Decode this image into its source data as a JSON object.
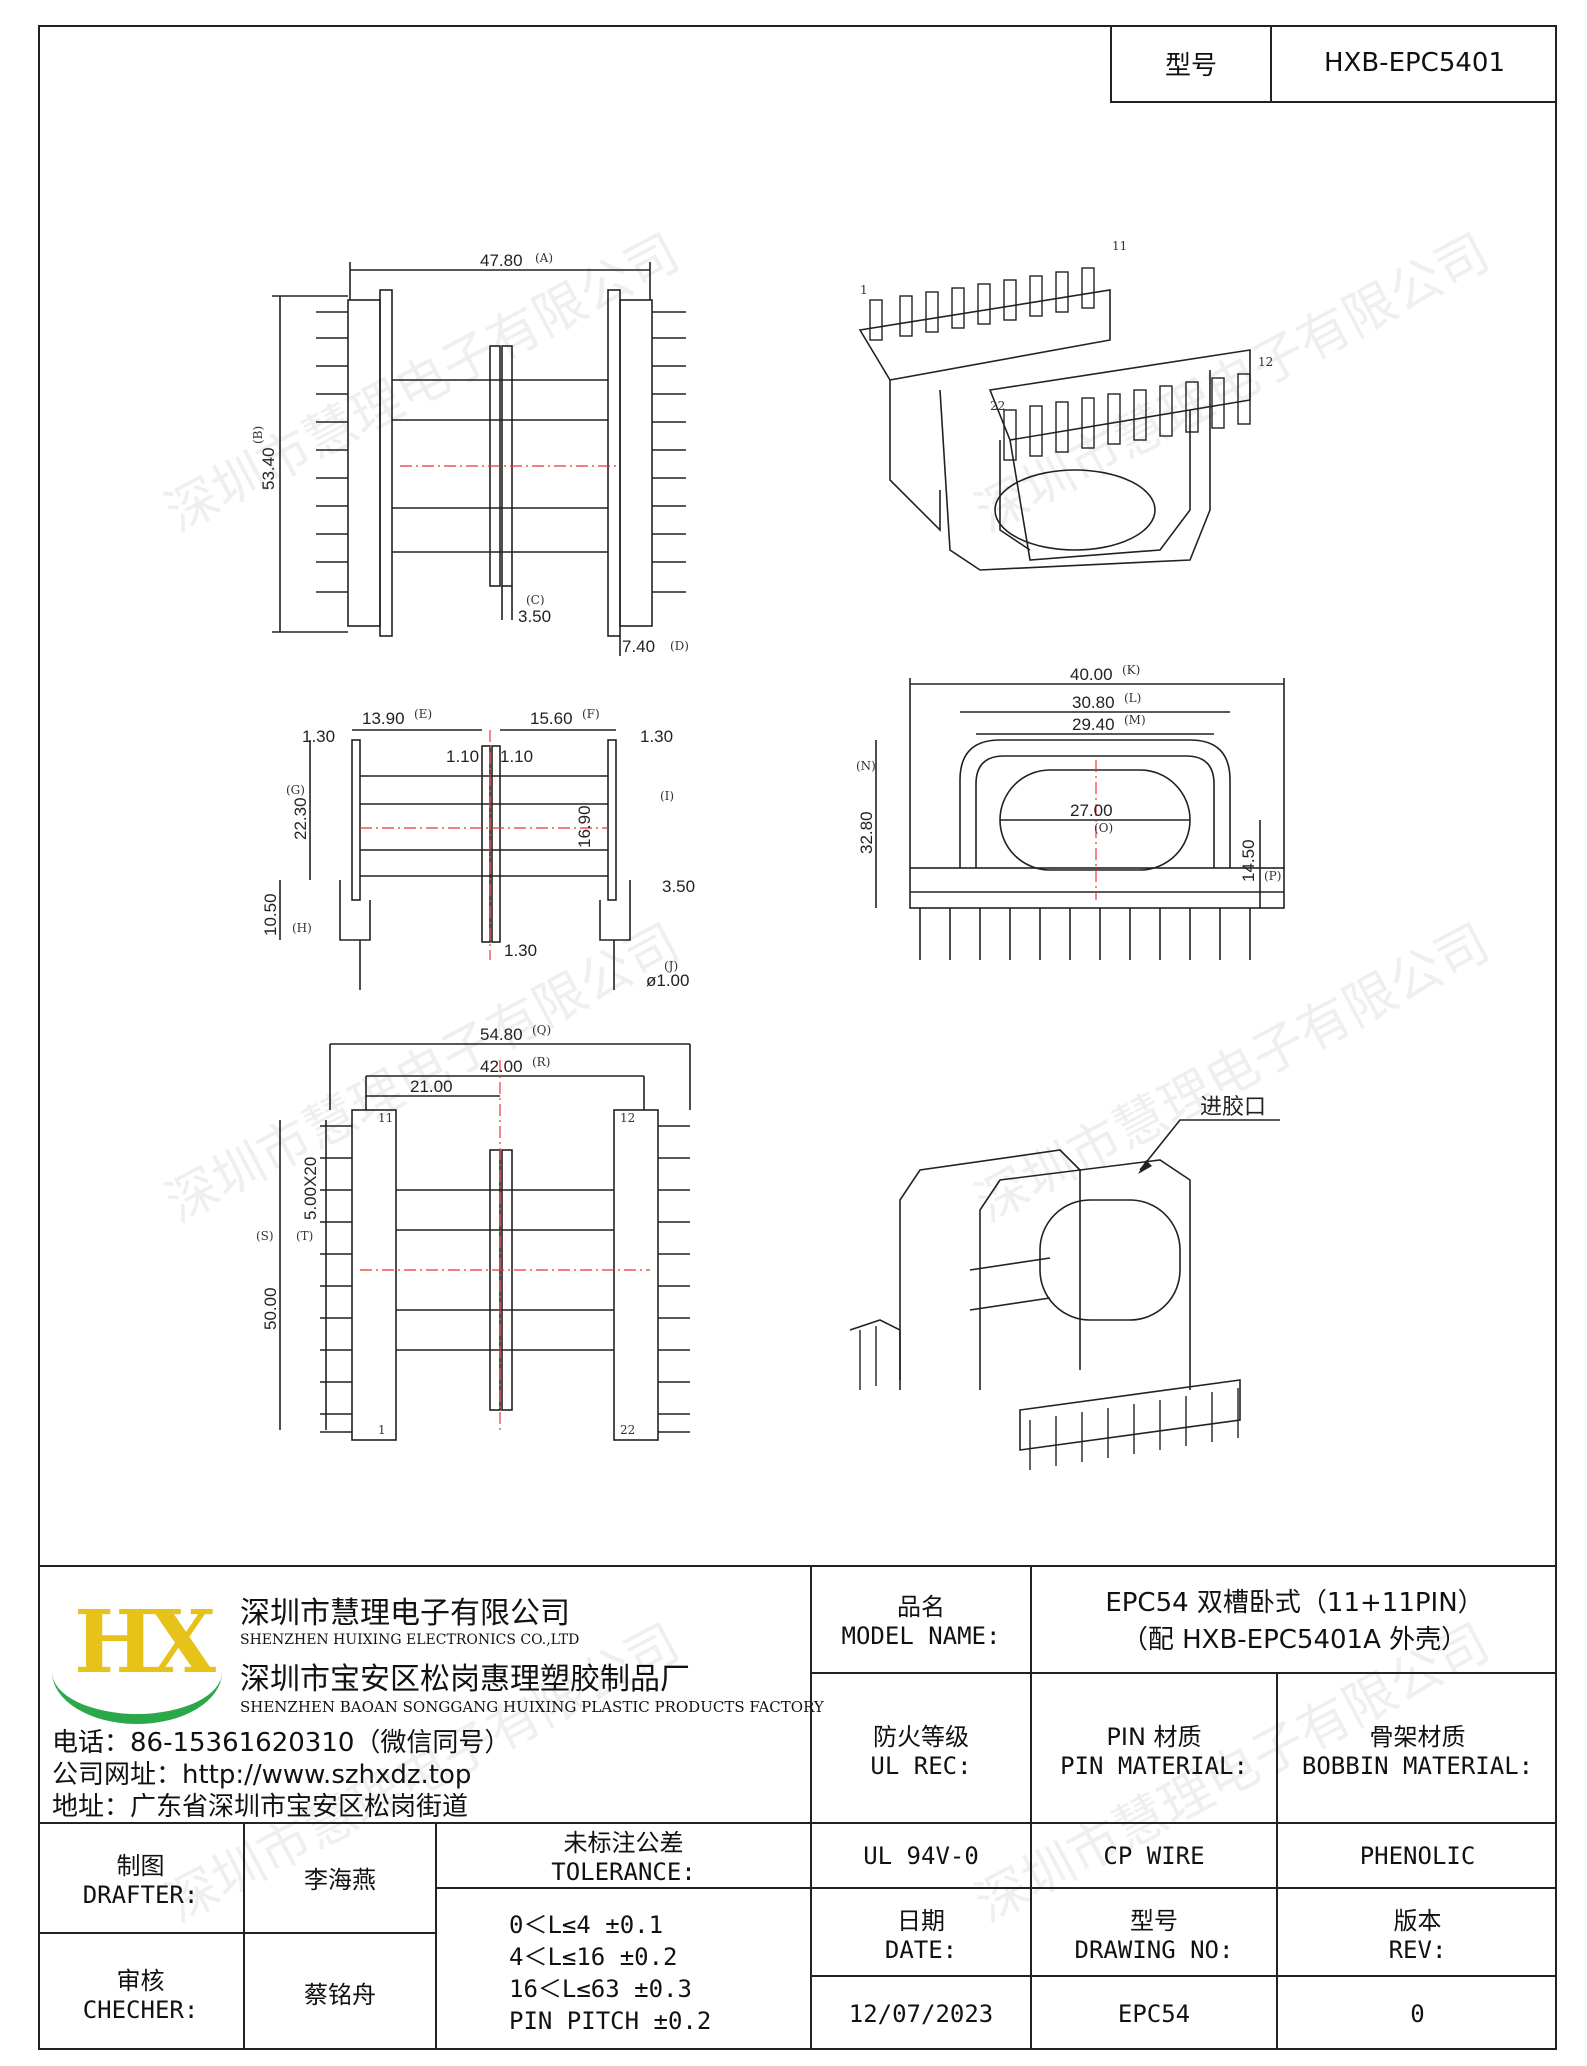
{
  "header": {
    "model_label": "型号",
    "model_value": "HXB-EPC5401"
  },
  "watermark": "深圳市慧理电子有限公司",
  "company": {
    "name_cn": "深圳市慧理电子有限公司",
    "name_en": "SHENZHEN HUIXING ELECTRONICS CO.,LTD",
    "factory_cn": "深圳市宝安区松岗惠理塑胶制品厂",
    "factory_en": "SHENZHEN BAOAN SONGGANG HUIXING PLASTIC PRODUCTS FACTORY",
    "phone": "电话：86-15361620310（微信同号）",
    "website": "公司网址：http://www.szhxdz.top",
    "address": "地址：广东省深圳市宝安区松岗街道",
    "logo_text": "HX"
  },
  "title_block": {
    "model_name_cn": "品名",
    "model_name_en": "MODEL NAME:",
    "model_name_value_1": "EPC54 双槽卧式（11+11PIN）",
    "model_name_value_2": "（配 HXB-EPC5401A 外壳）",
    "ul_cn": "防火等级",
    "ul_en": "UL REC:",
    "pin_mat_cn": "PIN 材质",
    "pin_mat_en": "PIN MATERIAL:",
    "bobbin_cn": "骨架材质",
    "bobbin_en": "BOBBIN MATERIAL:",
    "ul_value": "UL 94V-0",
    "pin_value": "CP WIRE",
    "bobbin_value": "PHENOLIC",
    "date_cn": "日期",
    "date_en": "DATE:",
    "drawing_cn": "型号",
    "drawing_en": "DRAWING NO:",
    "rev_cn": "版本",
    "rev_en": "REV:",
    "date_value": "12/07/2023",
    "drawing_value": "EPC54",
    "rev_value": "0",
    "drafter_cn": "制图",
    "drafter_en": "DRAFTER:",
    "drafter_name": "李海燕",
    "checker_cn": "审核",
    "checker_en": "CHECHER:",
    "checker_name": "蔡铭舟",
    "tolerance_cn": "未标注公差",
    "tolerance_en": "TOLERANCE:",
    "tolerances": [
      "0＜L≤4  ±0.1",
      "4＜L≤16 ±0.2",
      "16＜L≤63 ±0.3",
      "PIN PITCH ±0.2"
    ]
  },
  "dimensions": {
    "top": {
      "A": "47.80",
      "B": "53.40",
      "C": "3.50",
      "D": "7.40"
    },
    "side": {
      "E": "13.90",
      "F": "15.60",
      "G": "22.30",
      "H": "10.50",
      "I": "16.90",
      "J": "ø1.00",
      "left_flange": "1.30",
      "right_flange": "1.30",
      "mid_l": "1.10",
      "mid_r": "1.10",
      "pin_len": "3.50",
      "center_t": "1.30"
    },
    "end": {
      "K": "40.00",
      "L": "30.80",
      "M": "29.40",
      "N": "32.80",
      "O": "27.00",
      "P": "14.50"
    },
    "bottom": {
      "Q": "54.80",
      "R": "42.00",
      "half": "21.00",
      "S": "50.00",
      "T": "5.00X20",
      "pin_tl": "11",
      "pin_bl": "1",
      "pin_tr": "12",
      "pin_br": "22"
    },
    "iso": {
      "pin1": "1",
      "pin11": "11",
      "pin12": "12",
      "pin22": "22",
      "inlet": "进胶口"
    },
    "letters": {
      "A": "(A)",
      "B": "(B)",
      "C": "(C)",
      "D": "(D)",
      "E": "(E)",
      "F": "(F)",
      "G": "(G)",
      "H": "(H)",
      "I": "(I)",
      "J": "(J)",
      "K": "(K)",
      "L": "(L)",
      "M": "(M)",
      "N": "(N)",
      "O": "(O)",
      "P": "(P)",
      "Q": "(Q)",
      "R": "(R)",
      "S": "(S)",
      "T": "(T)"
    }
  }
}
